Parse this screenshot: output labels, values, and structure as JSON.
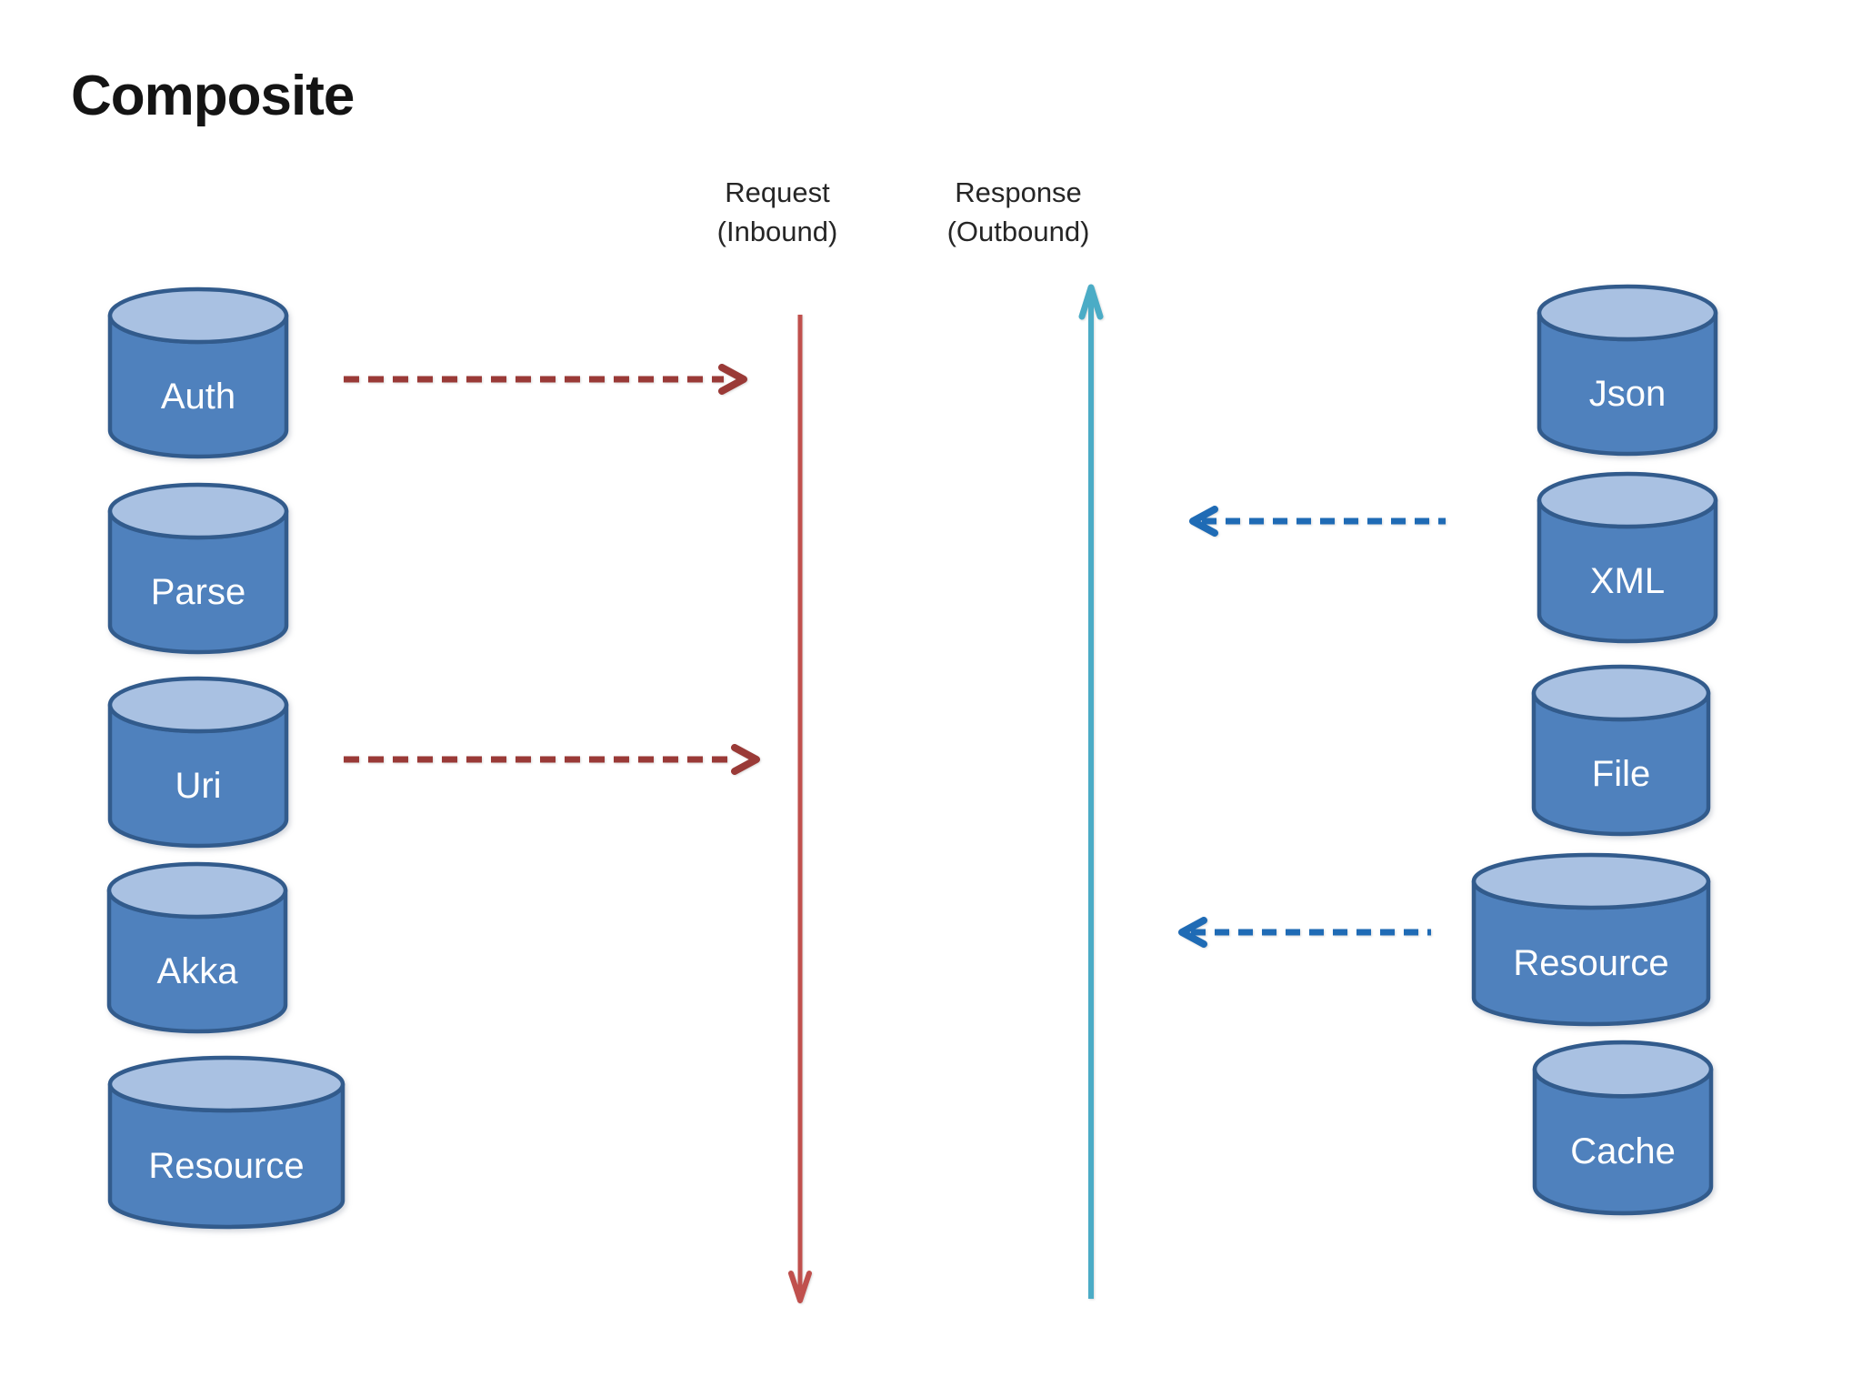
{
  "title": "Composite",
  "lanes": {
    "request": {
      "name": "Request",
      "direction": "(Inbound)"
    },
    "response": {
      "name": "Response",
      "direction": "(Outbound)"
    }
  },
  "left_column": {
    "items": [
      {
        "label": "Auth"
      },
      {
        "label": "Parse"
      },
      {
        "label": "Uri"
      },
      {
        "label": "Akka"
      },
      {
        "label": "Resource"
      }
    ]
  },
  "right_column": {
    "items": [
      {
        "label": "Json"
      },
      {
        "label": "XML"
      },
      {
        "label": "File"
      },
      {
        "label": "Resource"
      },
      {
        "label": "Cache"
      }
    ]
  },
  "colors": {
    "cylinder_fill": "#4F81BD",
    "cylinder_top_fill": "#A9C1E2",
    "cylinder_border": "#325B8C",
    "request_line": "#C0504D",
    "request_dash": "#9A3A37",
    "response_line": "#4BACC6",
    "response_dash": "#1F6BB5"
  }
}
